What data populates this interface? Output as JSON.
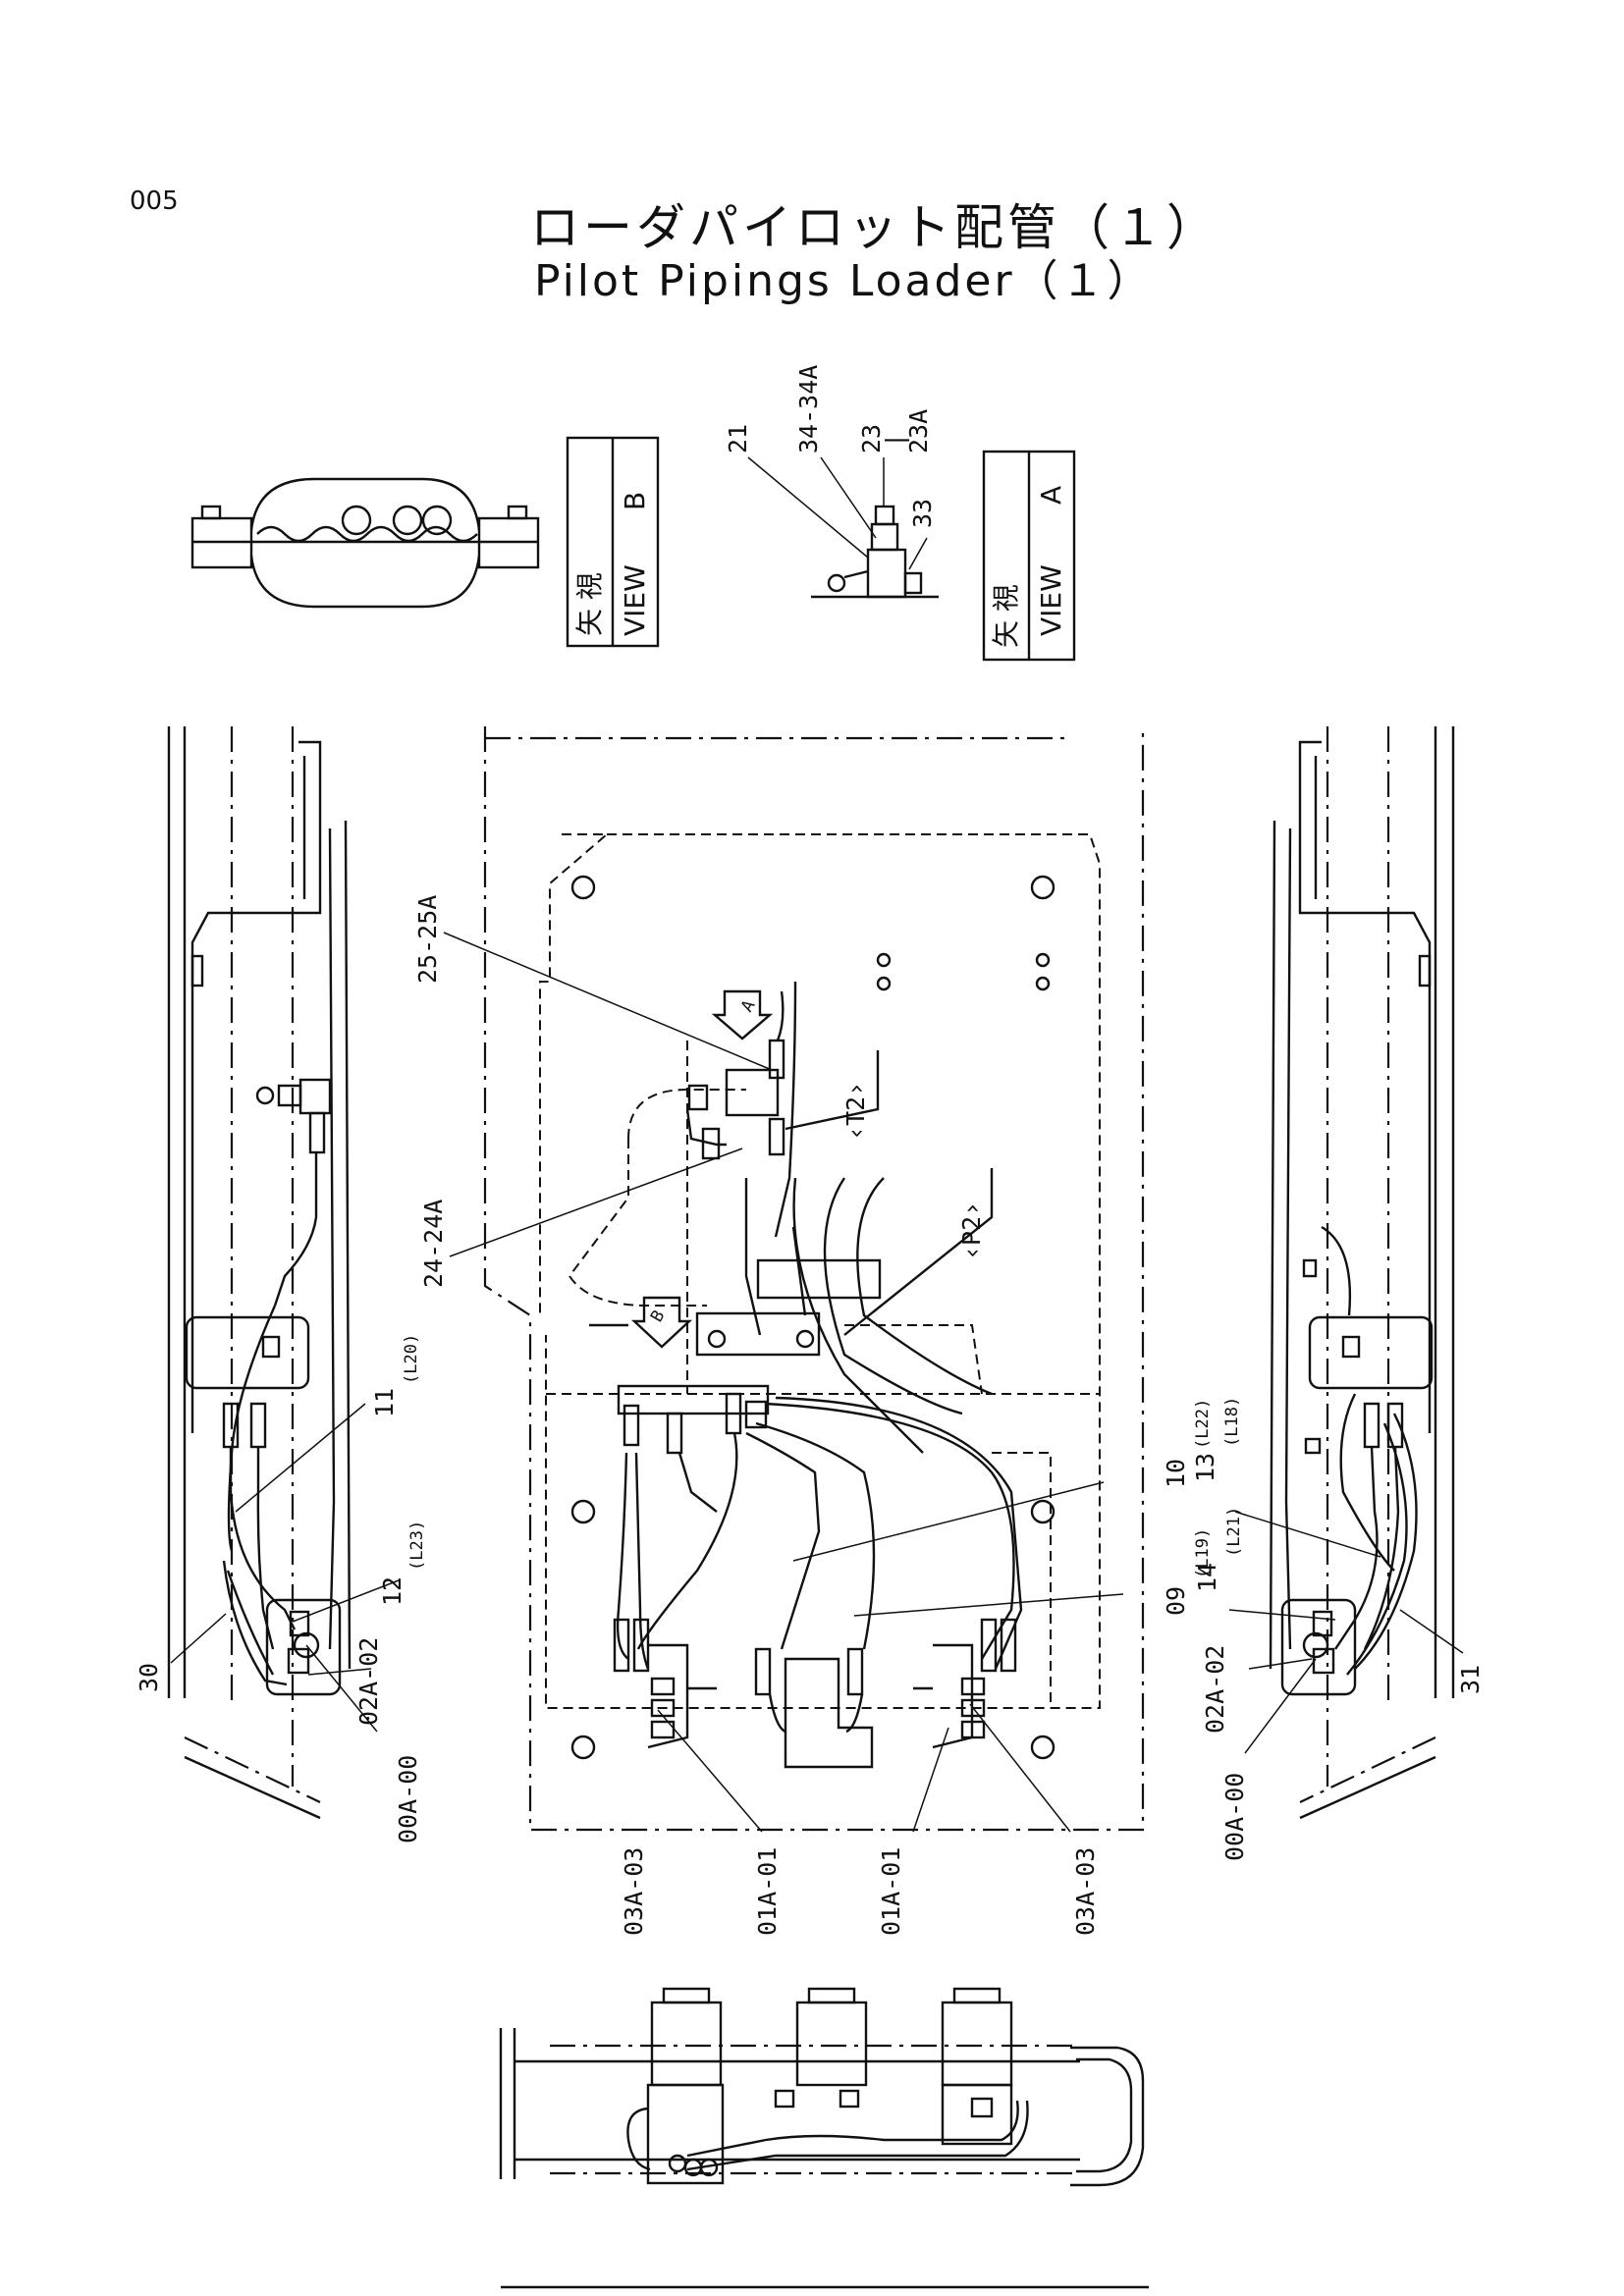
{
  "page": {
    "number": "005",
    "title_ja": "ローダパイロット配管（１）",
    "title_en": "Pilot Pipings Loader（１）"
  },
  "views": {
    "view_b": {
      "kanji": "矢 視",
      "word": "VIEW",
      "letter": "B"
    },
    "view_a": {
      "kanji": "矢 視",
      "word": "VIEW",
      "letter": "A"
    }
  },
  "arrow_markers": {
    "a": "A",
    "b": "B"
  },
  "port_labels": {
    "t2": "‹T2›",
    "p2": "‹P2›"
  },
  "callouts": {
    "c21": "21",
    "c34": "34-34A",
    "c23": "23",
    "c23sep": "|",
    "c23a": "23A",
    "c33": "33",
    "c25": "25-25A",
    "c24": "24-24A",
    "c11": "11",
    "c11l": "(L20)",
    "c12": "12",
    "c12l": "(L23)",
    "c30": "30",
    "c00a00_left": "00A-00",
    "c02a02_left": "02A-02",
    "c10": "10",
    "c10l": "(L22)",
    "c09": "09",
    "c09l": "(L19)",
    "c03a03_left": "03A-03",
    "c01a01_left": "01A-01",
    "c01a01_right": "01A-01",
    "c03a03_right": "03A-03",
    "c13": "13",
    "c13l": "(L18)",
    "c14": "14",
    "c14l": "(L21)",
    "c31": "31",
    "c02a02_right": "02A-02",
    "c00a00_right": "00A-00"
  }
}
